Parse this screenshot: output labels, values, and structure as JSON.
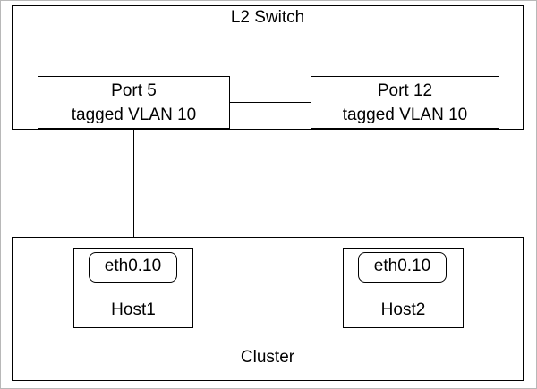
{
  "diagram": {
    "switch": {
      "title": "L2 Switch",
      "ports": [
        {
          "name": "Port 5",
          "mode": "tagged VLAN 10"
        },
        {
          "name": "Port 12",
          "mode": "tagged VLAN 10"
        }
      ]
    },
    "cluster": {
      "title": "Cluster",
      "hosts": [
        {
          "name": "Host1",
          "interface": "eth0.10"
        },
        {
          "name": "Host2",
          "interface": "eth0.10"
        }
      ]
    }
  }
}
